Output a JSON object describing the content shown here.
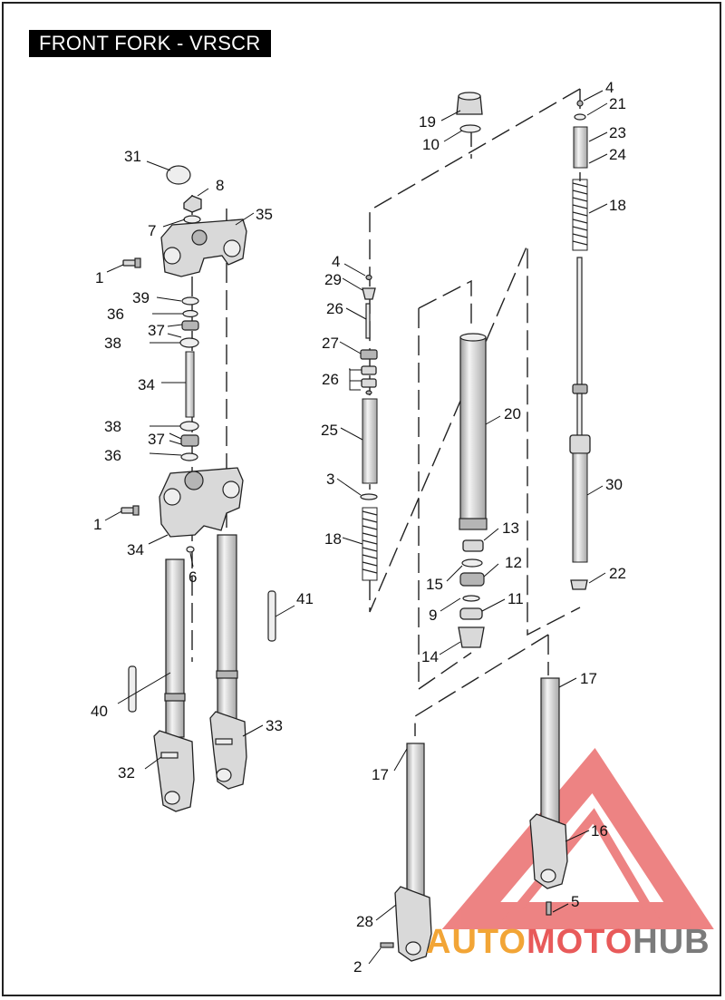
{
  "title": "FRONT FORK - VRSCR",
  "watermark": {
    "part1": "AUTO",
    "part2": "MOTO",
    "part3": "HUB"
  },
  "colors": {
    "watermark_red": "#e85a5a",
    "watermark_orange": "#f2a536",
    "watermark_gray": "#7b7b7b"
  },
  "callouts": [
    "31",
    "8",
    "7",
    "35",
    "1",
    "39",
    "36",
    "37",
    "38",
    "34",
    "38",
    "37",
    "36",
    "1",
    "34",
    "6",
    "41",
    "40",
    "32",
    "33",
    "19",
    "10",
    "4",
    "21",
    "23",
    "24",
    "18",
    "4",
    "29",
    "26",
    "27",
    "26",
    "25",
    "3",
    "18",
    "20",
    "30",
    "13",
    "15",
    "12",
    "22",
    "9",
    "11",
    "14",
    "17",
    "17",
    "16",
    "5",
    "28",
    "2"
  ]
}
